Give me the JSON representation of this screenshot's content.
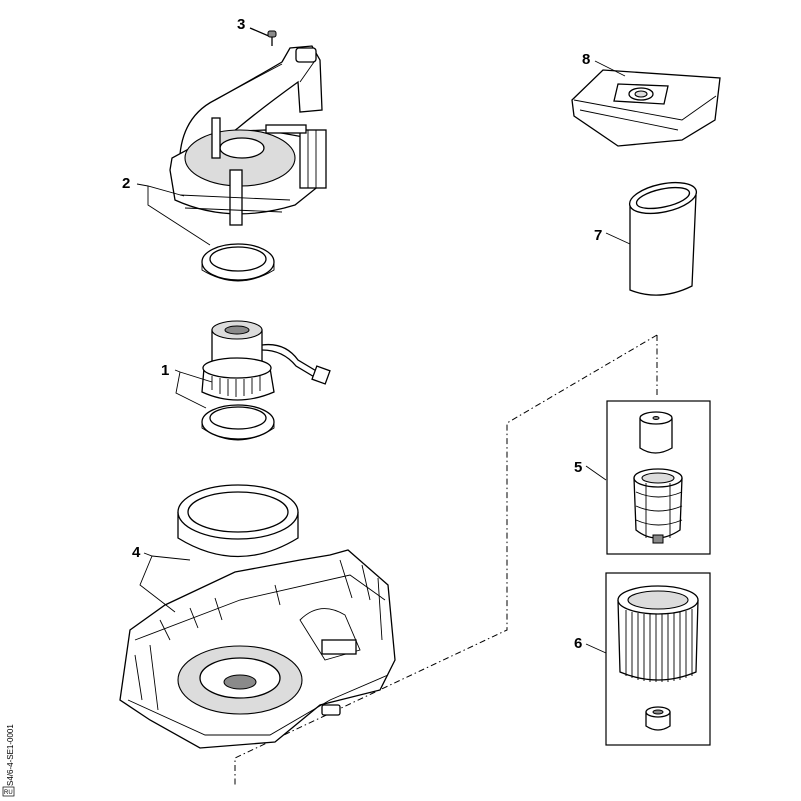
{
  "callouts": {
    "c1": "1",
    "c2": "2",
    "c3": "3",
    "c4": "4",
    "c5": "5",
    "c6": "6",
    "c7": "7",
    "c8": "8"
  },
  "doc_code": "S4/6-4-SE1-0001",
  "doc_tag": "RU"
}
